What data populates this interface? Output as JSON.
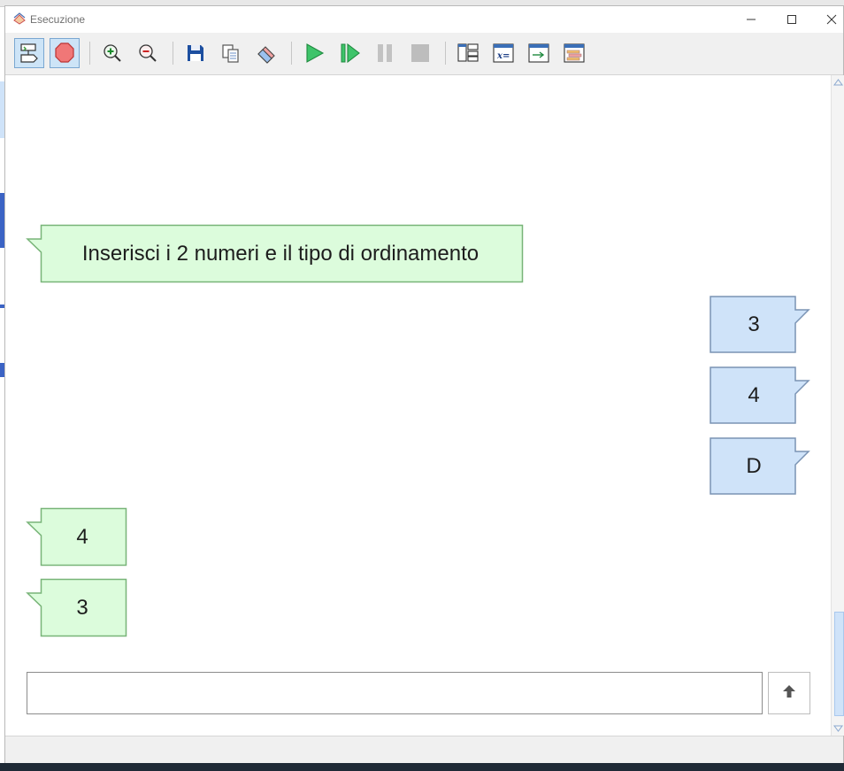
{
  "window": {
    "title": "Esecuzione"
  },
  "toolbar": {
    "icons": [
      "flowchart-mode-icon",
      "stop-sign-icon",
      "zoom-in-icon",
      "zoom-out-icon",
      "save-icon",
      "copy-icon",
      "eraser-icon",
      "run-icon",
      "step-icon",
      "pause-icon",
      "stop-icon",
      "layout-panel-icon",
      "variables-icon",
      "output-icon",
      "stack-icon"
    ]
  },
  "console": {
    "messages": [
      {
        "side": "output",
        "text": "Inserisci i 2 numeri e il tipo di ordinamento"
      },
      {
        "side": "input",
        "text": "3"
      },
      {
        "side": "input",
        "text": "4"
      },
      {
        "side": "input",
        "text": "D"
      },
      {
        "side": "output",
        "text": "4"
      },
      {
        "side": "output",
        "text": "3"
      }
    ],
    "input_value": "",
    "send_icon": "arrow-up-icon"
  },
  "colors": {
    "output_bubble_fill": "#dcfcdc",
    "output_bubble_border": "#78b478",
    "input_bubble_fill": "#cfe3f9",
    "input_bubble_border": "#7a93b4"
  }
}
